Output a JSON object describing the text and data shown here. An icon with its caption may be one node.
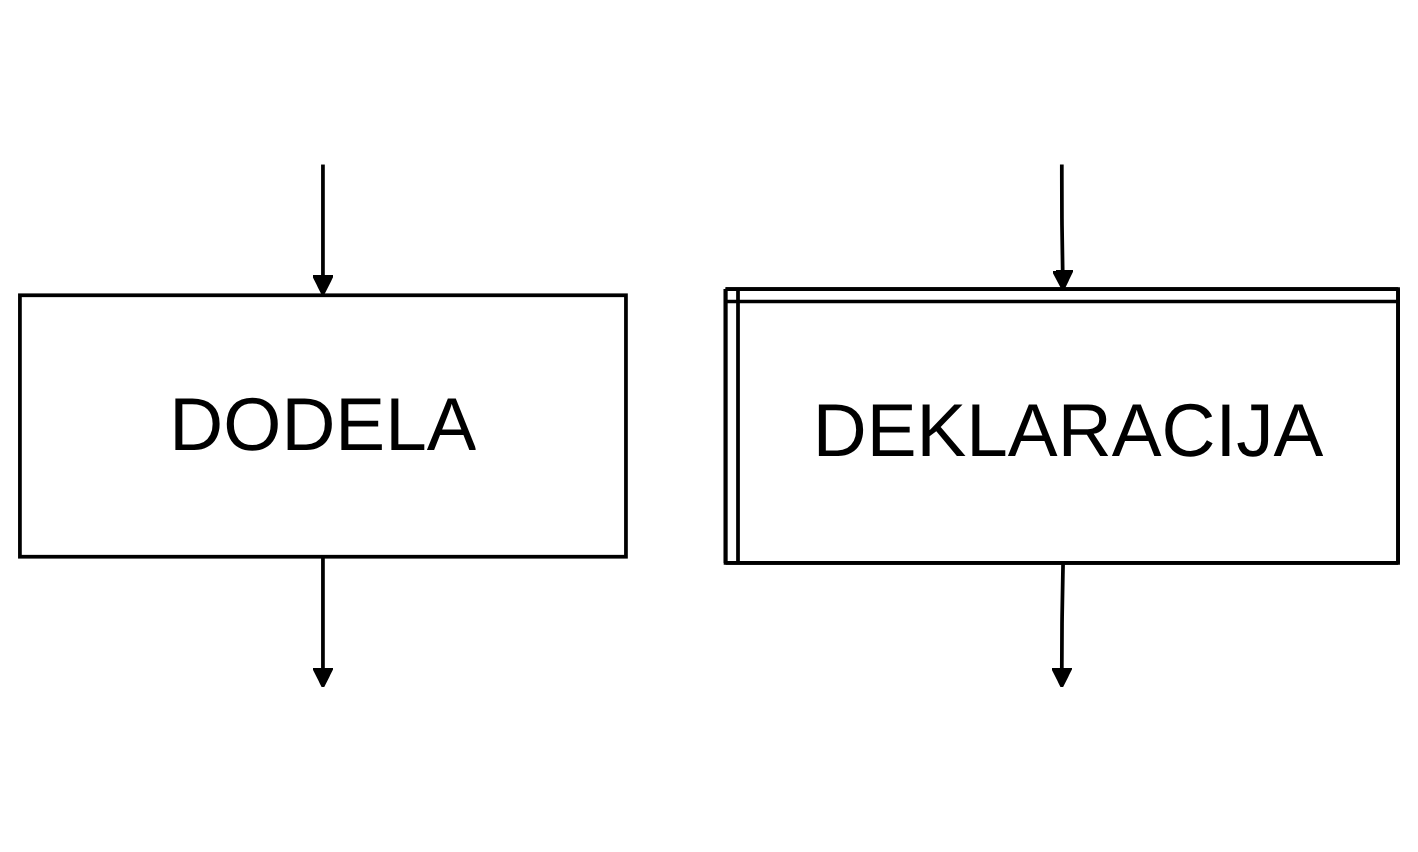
{
  "diagram": {
    "nodes": [
      {
        "text": [
          "DODELA"
        ]
      },
      {
        "text": [
          "DEKLARACIJA"
        ]
      }
    ],
    "edges": [
      {
        "from": null,
        "to": 0,
        "arrow": "to"
      },
      {
        "from": 0,
        "to": null,
        "arrow": "to"
      },
      {
        "from": null,
        "to": 1,
        "arrow": "to"
      },
      {
        "from": 1,
        "to": null,
        "arrow": "to"
      }
    ]
  }
}
